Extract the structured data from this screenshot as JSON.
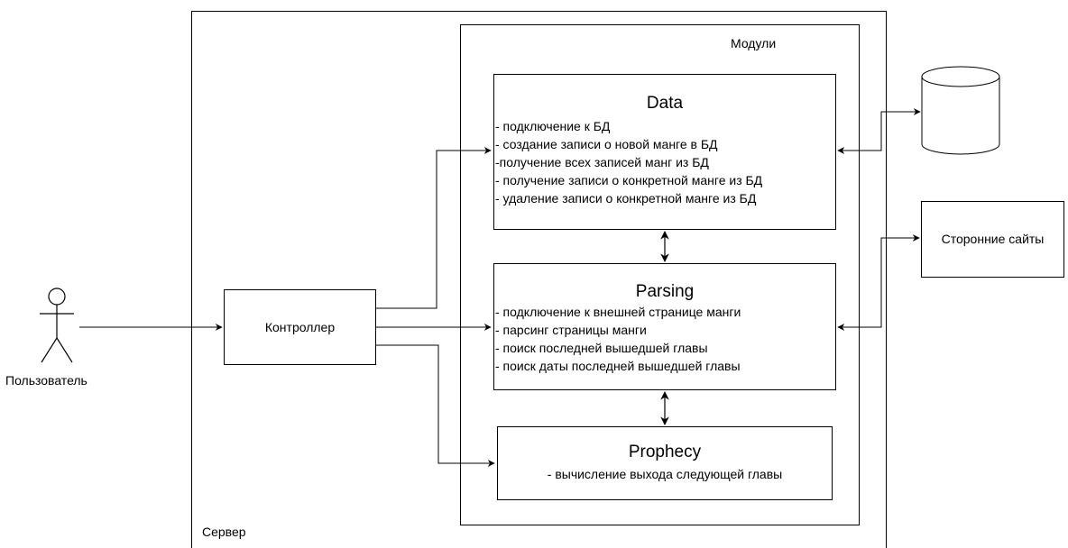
{
  "server": {
    "label": "Сервер"
  },
  "modules": {
    "label": "Модули"
  },
  "controller": {
    "label": "Контроллер"
  },
  "user": {
    "label": "Пользователь"
  },
  "db": {
    "label": "БД"
  },
  "external_sites": {
    "label": "Сторонние сайты"
  },
  "data_module": {
    "title": "Data",
    "lines": [
      "- подключение к БД",
      "- создание записи о новой манге в БД",
      "-получение всех записей манг из БД",
      "- получение записи о конкретной манге из БД",
      "- удаление записи о конкретной манге из БД"
    ]
  },
  "parsing_module": {
    "title": "Parsing",
    "lines": [
      "- подключение к внешней странице манги",
      "- парсинг страницы манги",
      "- поиск последней вышедшей главы",
      "- поиск даты последней вышедшей главы"
    ]
  },
  "prophecy_module": {
    "title": "Prophecy",
    "lines": [
      "- вычисление выхода следующей главы"
    ]
  }
}
